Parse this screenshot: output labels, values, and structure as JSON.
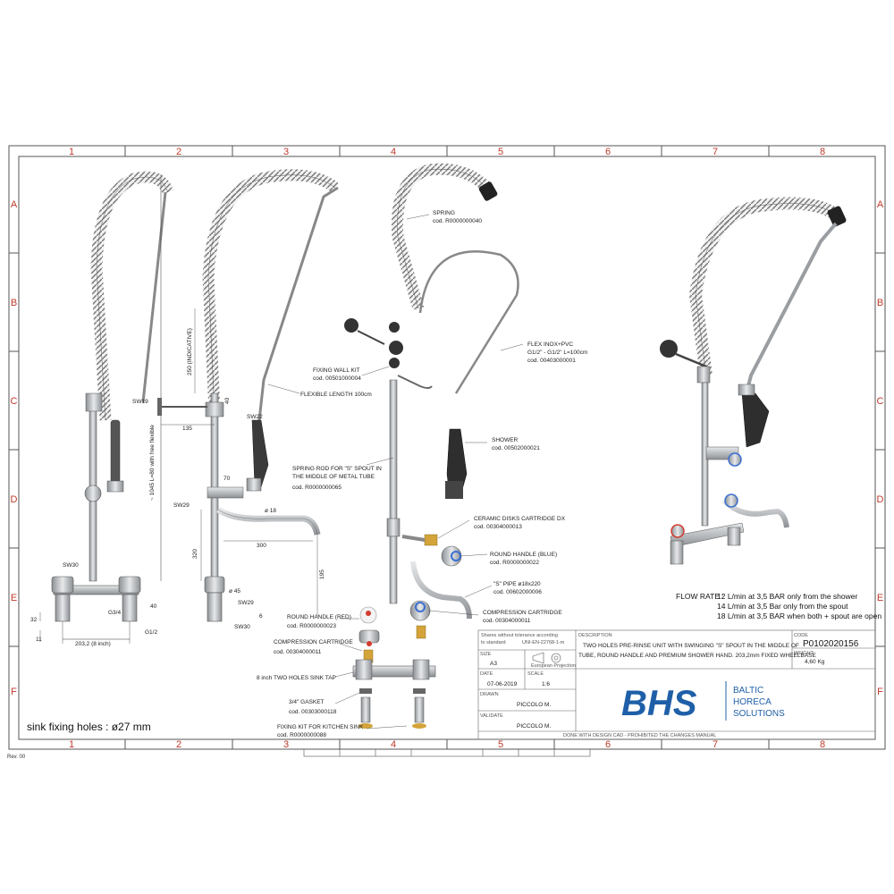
{
  "grid": {
    "columns": [
      "1",
      "2",
      "3",
      "4",
      "5",
      "6",
      "7",
      "8"
    ],
    "rows": [
      "A",
      "B",
      "C",
      "D",
      "E",
      "F"
    ]
  },
  "labels": {
    "spring": "SPRING",
    "spring_code": "cod. R0000000040",
    "fixing_wall_kit": "FIXING WALL KIT",
    "fixing_wall_kit_code": "cod. 00501000004",
    "flexible_length": "FLEXIBLE LENGTH 100cm",
    "flex": "FLEX INOX+PVC",
    "flex_spec": "G1/2\" - G1/2\" L=100cm",
    "flex_code": "cod. 00403000001",
    "shower": "SHOWER",
    "shower_code": "cod. 00502000021",
    "spring_rod_1": "SPRING ROD FOR \"S\" SPOUT IN",
    "spring_rod_2": "THE MIDDLE OF METAL TUBE",
    "spring_rod_code": "cod. R0000000065",
    "ceramic": "CERAMIC DISKS CARTRIDGE DX",
    "ceramic_code": "cod. 00304000013",
    "round_blue": "ROUND HANDLE (BLUE)",
    "round_blue_code": "cod. R0000000022",
    "s_pipe": "\"S\" PIPE ø18x220",
    "s_pipe_code": "cod. 00602000006",
    "comp_cart_r": "COMPRESSION CARTRIDGE",
    "comp_cart_r_code": "cod. 00304000011",
    "round_red": "ROUND HANDLE (RED)",
    "round_red_code": "cod. R0000000023",
    "comp_cart_l": "COMPRESSION CARTRIDGE",
    "comp_cart_l_code": "cod. 00304000011",
    "sink_tap": "8 inch TWO HOLES SINK TAP",
    "gasket": "3/4\" GASKET",
    "gasket_code": "cod. 00303000118",
    "fixing_kit": "FIXING KIT FOR KITCHEN SINK",
    "fixing_kit_code": "cod. R0000000088"
  },
  "dims": {
    "sw19": "SW19",
    "length": "~ 1045 L=80 with free flexible",
    "sw30a": "SW30",
    "d32": "32",
    "d11": "11",
    "g34": "G3/4",
    "g12": "G1/2",
    "d40": "40",
    "d2032": "203,2 (8 inch)",
    "d250": "250 (INDICATIVE)",
    "d40b": "40",
    "sw22": "SW22",
    "d135": "135",
    "d70": "70",
    "sw29a": "SW29",
    "d18": "ø 18",
    "d300": "300",
    "d320": "320",
    "d195": "195",
    "d45": "ø 45",
    "sw29b": "SW29",
    "sw30b": "SW30",
    "d6": "6"
  },
  "sink_holes": "sink fixing holes : ø27 mm",
  "flow": {
    "title": "FLOW RATE :",
    "lines": [
      "12 L/min at 3,5 BAR only from the shower",
      "14 L/min at 3,5 Bar only from the spout",
      "18 L/min at 3,5 BAR when both + spout are open"
    ]
  },
  "title_block": {
    "tolerance_1": "Shares without tolerance according",
    "tolerance_2": "to standard",
    "standard": "UNI-EN-22768-1-m",
    "projection": "European Projection",
    "size_label": "SIZE",
    "size": "A3",
    "date_label": "DATE",
    "date": "07-06-2019",
    "scale_label": "SCALE",
    "scale": "1:6",
    "drawn_label": "DRAWN",
    "drawn": "PICCOLO M.",
    "validate_label": "VALIDATE",
    "validate": "PICCOLO M.",
    "description_label": "DESCRIPTION",
    "description_1": "TWO HOLES PRE-RINSE UNIT WITH SWINGING \"S\" SPOUT IN THE MIDDLE OF",
    "description_2": "TUBE, ROUND HANDLE AND PREMIUM SHOWER HAND. 203,2mm FIXED WHEELBASE",
    "code_label": "CODE",
    "code": "P0102020156",
    "weight_label": "WEIGHT",
    "weight": "4,60 Kg",
    "footer": "DONE WITH DESIGN CAD - PROHIBITED THE CHANGES MANUAL",
    "logo": "BHS",
    "logo_line1": "BALTIC",
    "logo_line2": "HORECA",
    "logo_line3": "SOLUTIONS"
  },
  "revision": "Rev. 00",
  "colors": {
    "frame": "#555555",
    "grid_label": "#c0392b",
    "logo_blue": "#1f5fa8",
    "steel": "#b9bcc0",
    "blue_handle": "#3a6fd1",
    "red_handle": "#d33b2f",
    "brass": "#d4a43a"
  }
}
